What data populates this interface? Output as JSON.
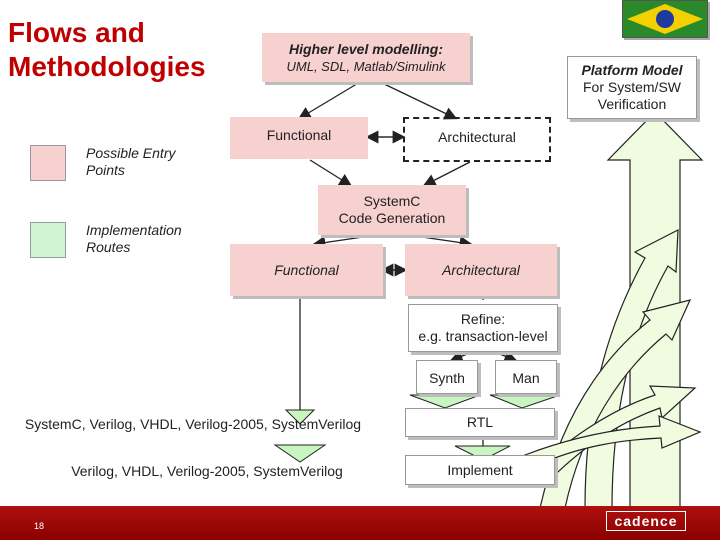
{
  "title": "Flows and\nMethodologies",
  "legend": {
    "entry_label": "Possible Entry\nPoints",
    "entry_color": "#f7d0d0",
    "impl_label": "Implementation\nRoutes",
    "impl_color": "#d0f5d0"
  },
  "nodes": {
    "high_level_title": "Higher level modelling:",
    "high_level_sub": "UML, SDL, Matlab/Simulink",
    "functional_1": "Functional",
    "architectural_1": "Architectural",
    "systemc_gen": "SystemC\nCode Generation",
    "functional_2": "Functional",
    "architectural_2": "Architectural",
    "refine": "Refine:\ne.g. transaction-level",
    "synth": "Synth",
    "man": "Man",
    "rtl": "RTL",
    "implement": "Implement"
  },
  "languages": {
    "line1": "SystemC, Verilog, VHDL, Verilog-2005, SystemVerilog",
    "line2": "Verilog, VHDL, Verilog-2005, SystemVerilog"
  },
  "platform_model": {
    "title": "Platform Model",
    "sub": "For System/SW\nVerification"
  },
  "footer": {
    "page_number": "18",
    "brand": "cadence"
  }
}
